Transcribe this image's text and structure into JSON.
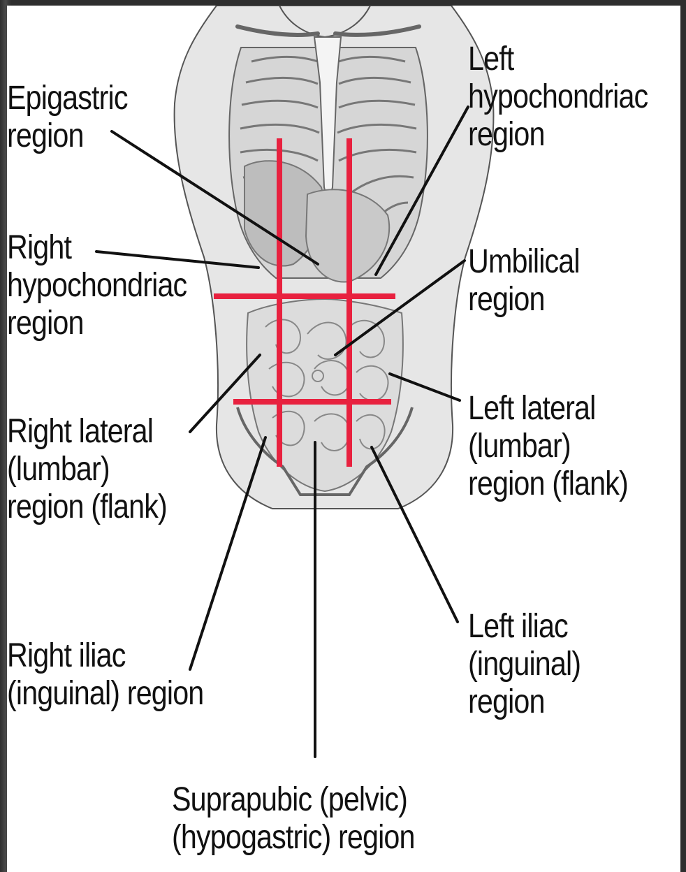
{
  "labels": {
    "epigastric": [
      "Epigastric",
      "region"
    ],
    "right_hypochondriac": [
      "Right",
      "hypochondriac",
      "region"
    ],
    "right_lateral": [
      "Right lateral",
      "(lumbar)",
      "region (flank)"
    ],
    "right_iliac": [
      "Right iliac",
      "(inguinal) region"
    ],
    "left_hypochondriac": [
      "Left",
      "hypochondriac",
      "region"
    ],
    "umbilical": [
      "Umbilical",
      "region"
    ],
    "left_lateral": [
      "Left lateral",
      "(lumbar)",
      "region (flank)"
    ],
    "left_iliac": [
      "Left iliac",
      "(inguinal)",
      "region"
    ],
    "suprapubic": [
      "Suprapubic (pelvic)",
      "(hypogastric) region"
    ]
  },
  "colors": {
    "grid_lines": "#e8213f",
    "leader_lines": "#111111",
    "body_fill": "#e6e6e6",
    "organ_fill": "#bdbdbd"
  }
}
